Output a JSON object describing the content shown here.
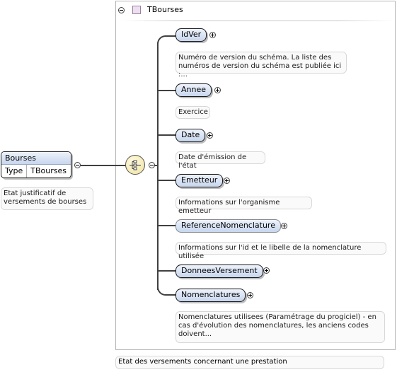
{
  "root": {
    "name": "Bourses",
    "type_key": "Type",
    "type_value": "TBourses",
    "annotation": "Etat justificatif de versements de bourses"
  },
  "complex_type": {
    "name": "TBourses",
    "annotation": "Etat des versements concernant une prestation"
  },
  "elements": [
    {
      "name": "IdVer",
      "annotation": "Numéro de version du schéma. La liste des numéros de version du schéma est publiée ici :..."
    },
    {
      "name": "Annee",
      "annotation": "Exercice"
    },
    {
      "name": "Date",
      "annotation": "Date d'émission de l'état"
    },
    {
      "name": "Emetteur",
      "annotation": "Informations sur l'organisme emetteur"
    },
    {
      "name": "ReferenceNomenclature",
      "annotation": "Informations sur l'id et le libelle de la nomenclature utilisée"
    },
    {
      "name": "DonneesVersement",
      "annotation": ""
    },
    {
      "name": "Nomenclatures",
      "annotation": "Nomenclatures utilisees (Paramétrage du progiciel) - en cas d'évolution des nomenclatures, les anciens codes doivent..."
    }
  ]
}
